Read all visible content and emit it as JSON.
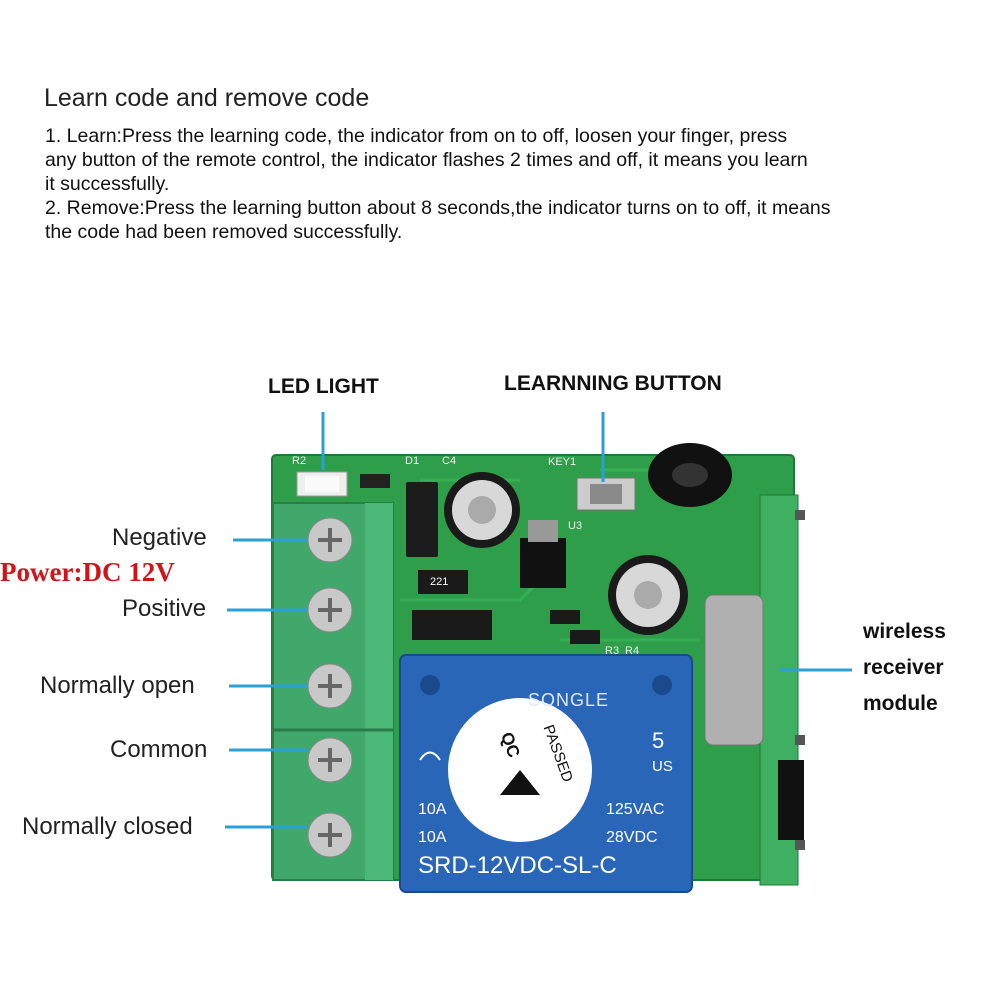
{
  "instructions": {
    "heading": "Learn code and remove code",
    "learn_lines": [
      "1. Learn:Press the learning code, the indicator from on to off, loosen your finger, press",
      "any button of the remote control, the indicator flashes 2 times and off, it means you learn",
      "it successfully."
    ],
    "remove_lines": [
      "2. Remove:Press the learning button about 8 seconds,the indicator turns on to off, it means",
      "the code had been removed successfully."
    ]
  },
  "callouts": {
    "led_light": "LED LIGHT",
    "learning_button": "LEARNNING BUTTON",
    "wireless_lines": [
      "wireless",
      "receiver",
      "module"
    ]
  },
  "terminals": {
    "power": "Power:DC 12V",
    "labels": [
      "Negative",
      "Positive",
      "Normally open",
      "Common",
      "Normally closed"
    ]
  },
  "board": {
    "relay_brand": "SONGLE",
    "relay_number": "5",
    "relay_us": "US",
    "rating_left": [
      "10A",
      "10A"
    ],
    "rating_right": [
      "125VAC",
      "28VDC"
    ],
    "relay_model": "SRD-12VDC-SL-C",
    "qc_sticker_lines": [
      "QC",
      "PASSED"
    ],
    "silk_labels": [
      "221",
      "KEY1",
      "U3",
      "C4",
      "D1",
      "R2",
      "R4",
      "R3"
    ]
  },
  "colors": {
    "pcb": "#2e9e4a",
    "terminal_block": "#3fa86a",
    "relay": "#2a66b8",
    "callout_line": "#2a9fd8",
    "power_text": "#d0141a"
  }
}
